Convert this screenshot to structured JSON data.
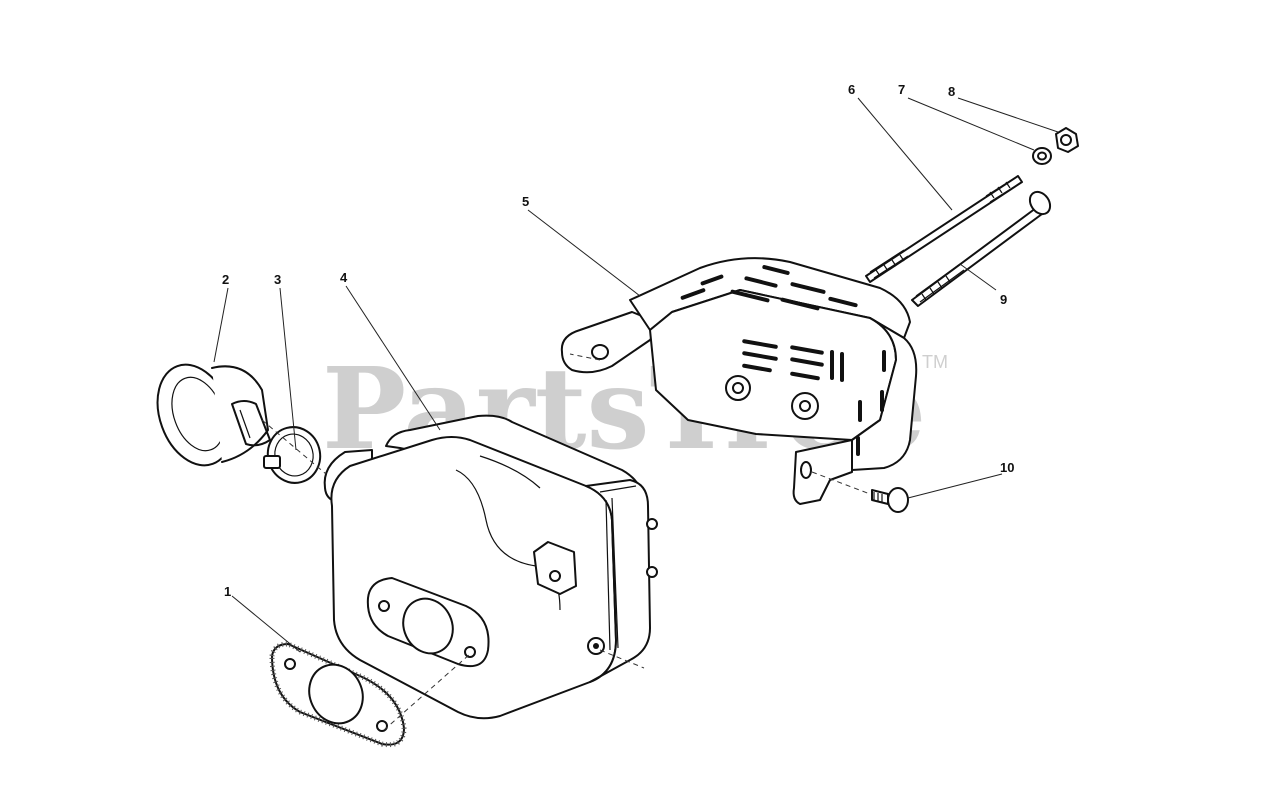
{
  "watermark": {
    "text": "PartsTree",
    "trademark": "TM"
  },
  "callouts": [
    {
      "id": "1",
      "label": "1"
    },
    {
      "id": "2",
      "label": "2"
    },
    {
      "id": "3",
      "label": "3"
    },
    {
      "id": "4",
      "label": "4"
    },
    {
      "id": "5",
      "label": "5"
    },
    {
      "id": "6",
      "label": "6"
    },
    {
      "id": "7",
      "label": "7"
    },
    {
      "id": "8",
      "label": "8"
    },
    {
      "id": "9",
      "label": "9"
    },
    {
      "id": "10",
      "label": "10"
    }
  ],
  "colors": {
    "ink": "#111111",
    "watermark": "#cfcfcf",
    "background": "#ffffff"
  }
}
